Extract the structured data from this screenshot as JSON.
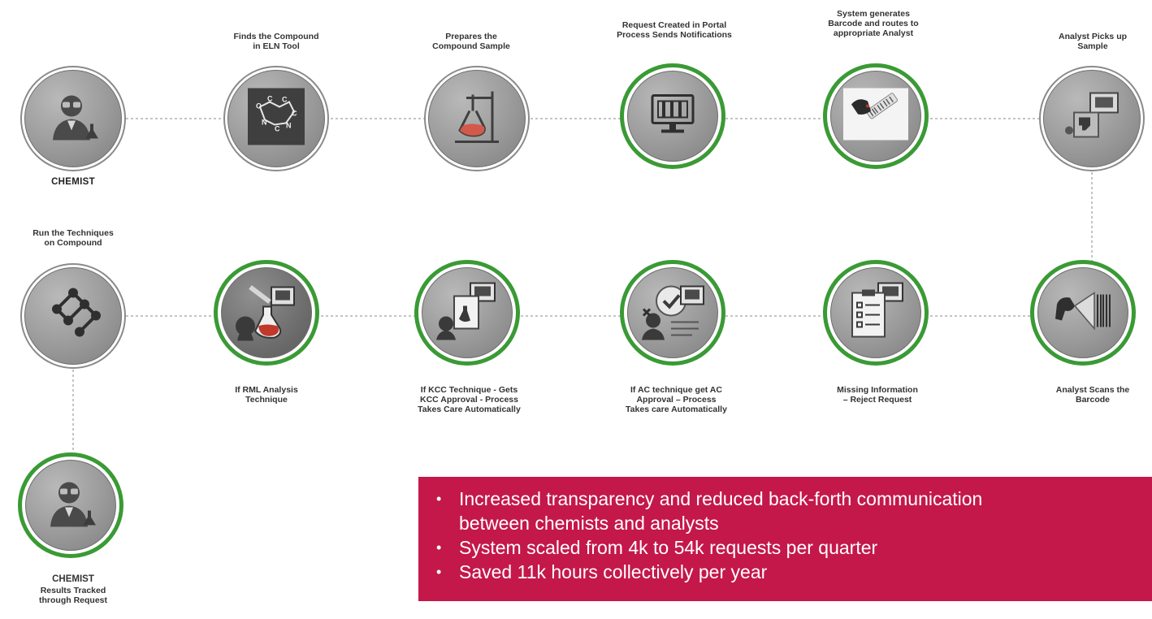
{
  "steps": {
    "chemist": {
      "title": "CHEMIST",
      "icon": "chemist-icon"
    },
    "eln": {
      "lines": [
        "Finds the Compound",
        "in ELN Tool"
      ],
      "icon": "molecule-board-icon"
    },
    "prepare": {
      "lines": [
        "Prepares the",
        "Compound Sample"
      ],
      "icon": "flask-stand-icon"
    },
    "request": {
      "lines": [
        "Request Created in Portal",
        "Process Sends Notifications"
      ],
      "icon": "computer-monitor-icon"
    },
    "barcode": {
      "lines": [
        "System generates",
        "Barcode and routes to",
        "appropriate Analyst"
      ],
      "icon": "barcode-scanner-photo-icon"
    },
    "pickup": {
      "lines": [
        "Analyst Picks up",
        "Sample"
      ],
      "icon": "analyst-pickup-icon"
    },
    "scan": {
      "lines": [
        "Analyst Scans the",
        "Barcode"
      ],
      "icon": "barcode-scan-icon"
    },
    "missing": {
      "lines": [
        "Missing Information",
        "– Reject Request"
      ],
      "icon": "checklist-icon"
    },
    "ac": {
      "lines": [
        "If AC technique get AC",
        "Approval – Process",
        "Takes care Automatically"
      ],
      "icon": "approval-user-icon"
    },
    "kcc": {
      "lines": [
        "If KCC Technique - Gets",
        "KCC Approval - Process",
        "Takes Care Automatically"
      ],
      "icon": "kcc-approval-icon"
    },
    "rml": {
      "lines": [
        "If RML Analysis",
        "Technique"
      ],
      "icon": "rml-analysis-icon"
    },
    "techniques": {
      "lines": [
        "Run the Techniques",
        "on Compound"
      ],
      "icon": "network-nodes-icon"
    },
    "results": {
      "title": "CHEMIST",
      "lines": [
        "Results Tracked",
        "through Request"
      ],
      "icon": "chemist-icon"
    }
  },
  "summary": {
    "bullets": [
      "Increased transparency and reduced back-forth communication",
      "between chemists and analysts",
      "System scaled from 4k  to 54k requests per quarter",
      "Saved 11k hours collectively per year"
    ]
  },
  "colors": {
    "highlight_ring": "#3a9a35",
    "summary_background": "#c4184a",
    "connector": "#b0b0b0"
  }
}
